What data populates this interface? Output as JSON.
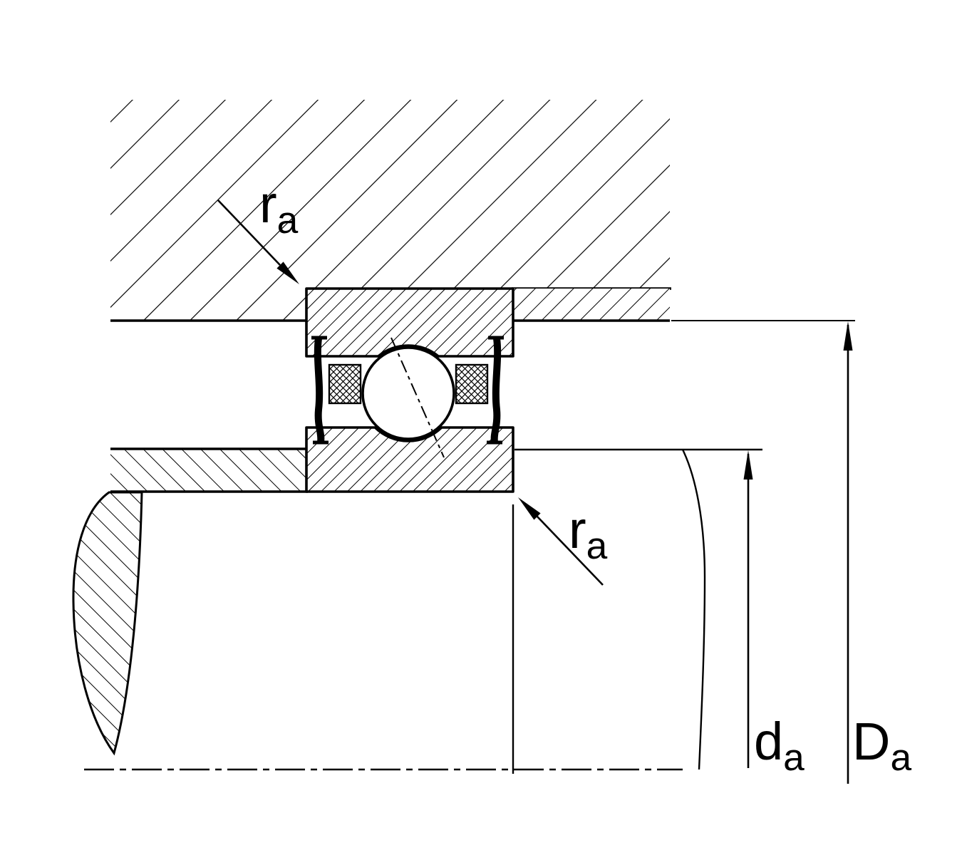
{
  "diagram": {
    "title": "bearing-mounting-cross-section",
    "labels": {
      "ra_top": {
        "base": "r",
        "sub": "a"
      },
      "ra_bottom": {
        "base": "r",
        "sub": "a"
      },
      "da": {
        "base": "d",
        "sub": "a"
      },
      "Da": {
        "base": "D",
        "sub": "a"
      }
    },
    "colors": {
      "line": "#000000",
      "background": "#ffffff"
    }
  }
}
